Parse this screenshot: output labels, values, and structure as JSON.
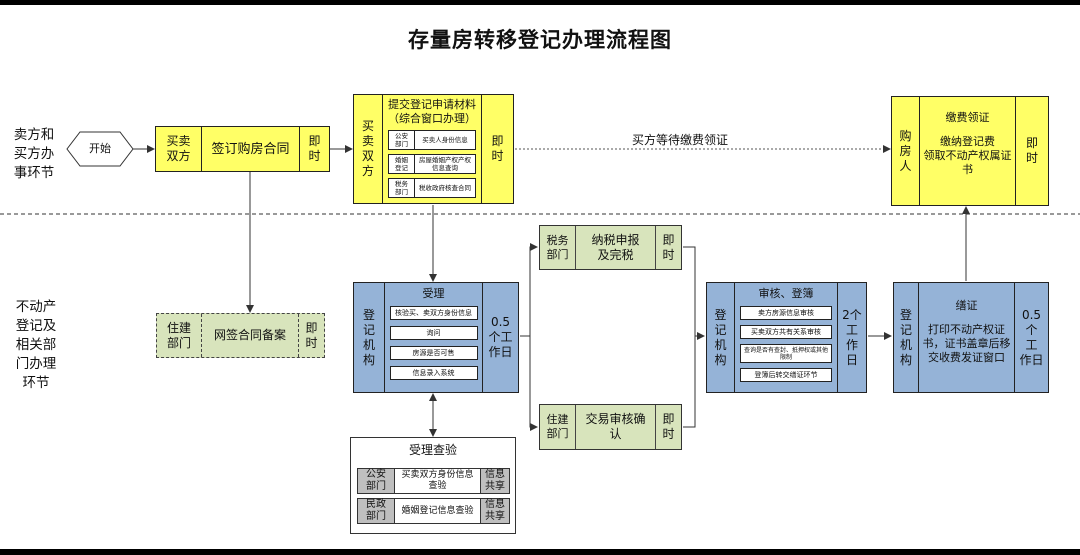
{
  "title": "存量房转移登记办理流程图",
  "lanes": {
    "top": "卖方和\n买方办\n事环节",
    "bottom": "不动产\n登记及\n相关部\n门办理\n环节"
  },
  "start": "开始",
  "edge_label": "买方等待缴费领证",
  "sign_contract": {
    "party": "买卖\n双方",
    "task": "签订购房合同",
    "time": "即\n时"
  },
  "submit": {
    "party": "买\n卖\n双\n方",
    "title": "提交登记申请材料\n（综合窗口办理）",
    "rows": [
      {
        "a": "公安\n部门",
        "b": "买卖人身份信息"
      },
      {
        "a": "婚姻\n登记",
        "b": "房屋婚姻产权产权\n信息查询"
      },
      {
        "a": "税务\n部门",
        "b": "税收政府核查合同"
      }
    ],
    "time": "即\n时"
  },
  "pay": {
    "party": "购\n房\n人",
    "title": "缴费领证",
    "desc": "缴纳登记费\n领取不动产权属证\n书",
    "time": "即\n时"
  },
  "filing": {
    "party": "住建\n部门",
    "task": "网签合同备案",
    "time": "即\n时"
  },
  "accept": {
    "party": "登\n记\n机\n构",
    "title": "受理",
    "items": [
      "核验买、卖双方身份信息",
      "询问",
      "房源是否可售",
      "信息录入系统"
    ],
    "time": "0.5\n个工\n作日"
  },
  "tax": {
    "party": "税务\n部门",
    "task": "纳税申报\n及完税",
    "time": "即\n时"
  },
  "trade": {
    "party": "住建\n部门",
    "task": "交易审核确\n认",
    "time": "即\n时"
  },
  "review": {
    "party": "登\n记\n机\n构",
    "title": "审核、登簿",
    "items": [
      "卖方房源信息审核",
      "买卖双方共有关系审核",
      "查询是否有查封、抵押权或其他\n限制",
      "登簿后转交缮证环节"
    ],
    "time": "2个\n工\n作\n日"
  },
  "certify": {
    "party": "登\n记\n机\n构",
    "title": "缮证",
    "desc": "打印不动产权证\n书，证书盖章后移\n交收费发证窗口",
    "time": "0.5\n个\n工\n作日"
  },
  "check": {
    "title": "受理查验",
    "rows": [
      {
        "a": "公安\n部门",
        "b": "买卖双方身份信息\n查验",
        "c": "信息\n共享"
      },
      {
        "a": "民政\n部门",
        "b": "婚姻登记信息查验",
        "c": "信息\n共享"
      }
    ]
  },
  "colors": {
    "yellow": "#ffff66",
    "blue": "#95b3d7",
    "green": "#d8e4bc",
    "grey": "#bfbfbf"
  }
}
